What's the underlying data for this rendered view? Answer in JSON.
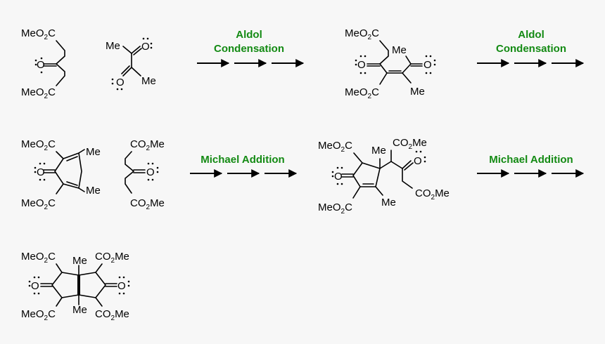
{
  "colors": {
    "step_label": "#138a13",
    "ink": "#000000",
    "background": "#f7f7f7"
  },
  "steps": {
    "aldol_line1": "Aldol",
    "aldol_line2": "Condensation",
    "michael": "Michael Addition"
  },
  "groups": {
    "ester_left": "MeO",
    "ester_left_tail": "C",
    "ester_right_head": "CO",
    "ester_right_tail": "Me",
    "subscript": "2",
    "methyl": "Me",
    "oxygen": "O"
  }
}
